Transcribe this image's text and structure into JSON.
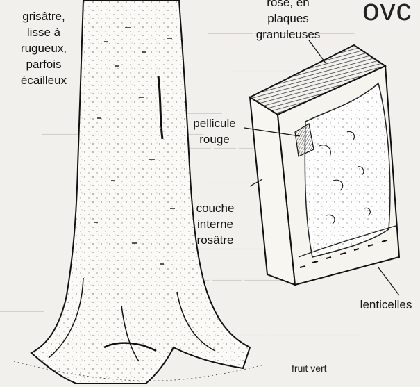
{
  "header_fragment": "ovc",
  "labels": {
    "bark_description": [
      "grisâtre,",
      "lisse à",
      "rugueux,",
      "parfois",
      "écailleux"
    ],
    "outer_bark": [
      "rose, en",
      "plaques",
      "granuleuses"
    ],
    "red_film": [
      "pellicule",
      "rouge"
    ],
    "inner_layer": [
      "couche",
      "interne",
      "rosâtre"
    ],
    "lenticels": "lenticelles",
    "fruit": "fruit vert"
  },
  "colors": {
    "background": "#f2f0ec",
    "ink": "#111111",
    "ghost_text": "#d3d0cb"
  }
}
